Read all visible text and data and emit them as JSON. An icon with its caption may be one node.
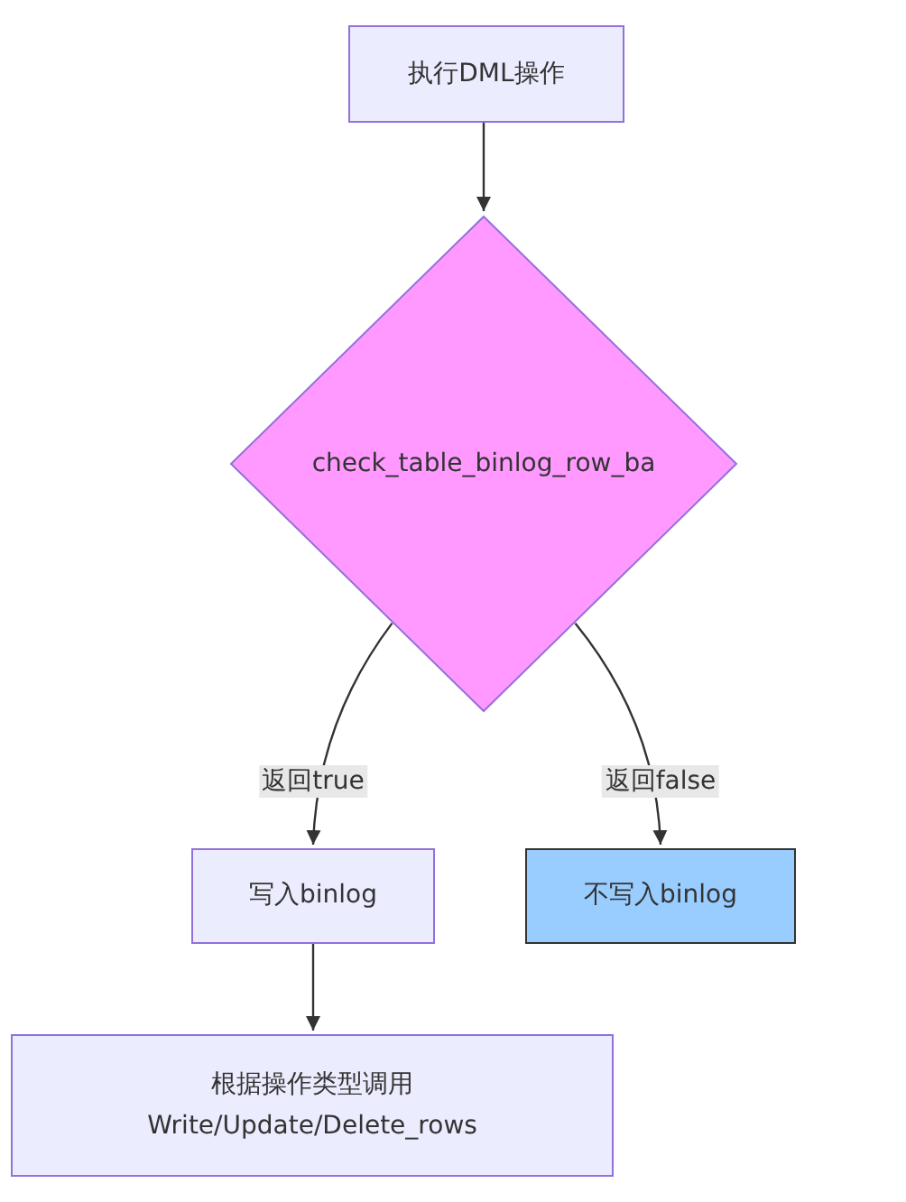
{
  "diagram": {
    "nodes": [
      {
        "text": [
          "执行DML操作"
        ]
      },
      {
        "text": [
          "check_table_binlog_row_ba"
        ]
      },
      {
        "text": [
          "写入binlog"
        ]
      },
      {
        "text": [
          "不写入binlog"
        ]
      },
      {
        "text": [
          "根据操作类型调用 Write/Update/Delete_rows"
        ]
      }
    ],
    "edges": [
      {
        "from": 0,
        "to": 1,
        "arrow": "to"
      },
      {
        "from": 1,
        "to": 2,
        "arrow": "to",
        "label": "返回true"
      },
      {
        "from": 1,
        "to": 3,
        "arrow": "to",
        "label": "返回false"
      },
      {
        "from": 2,
        "to": 4,
        "arrow": "to"
      }
    ]
  }
}
